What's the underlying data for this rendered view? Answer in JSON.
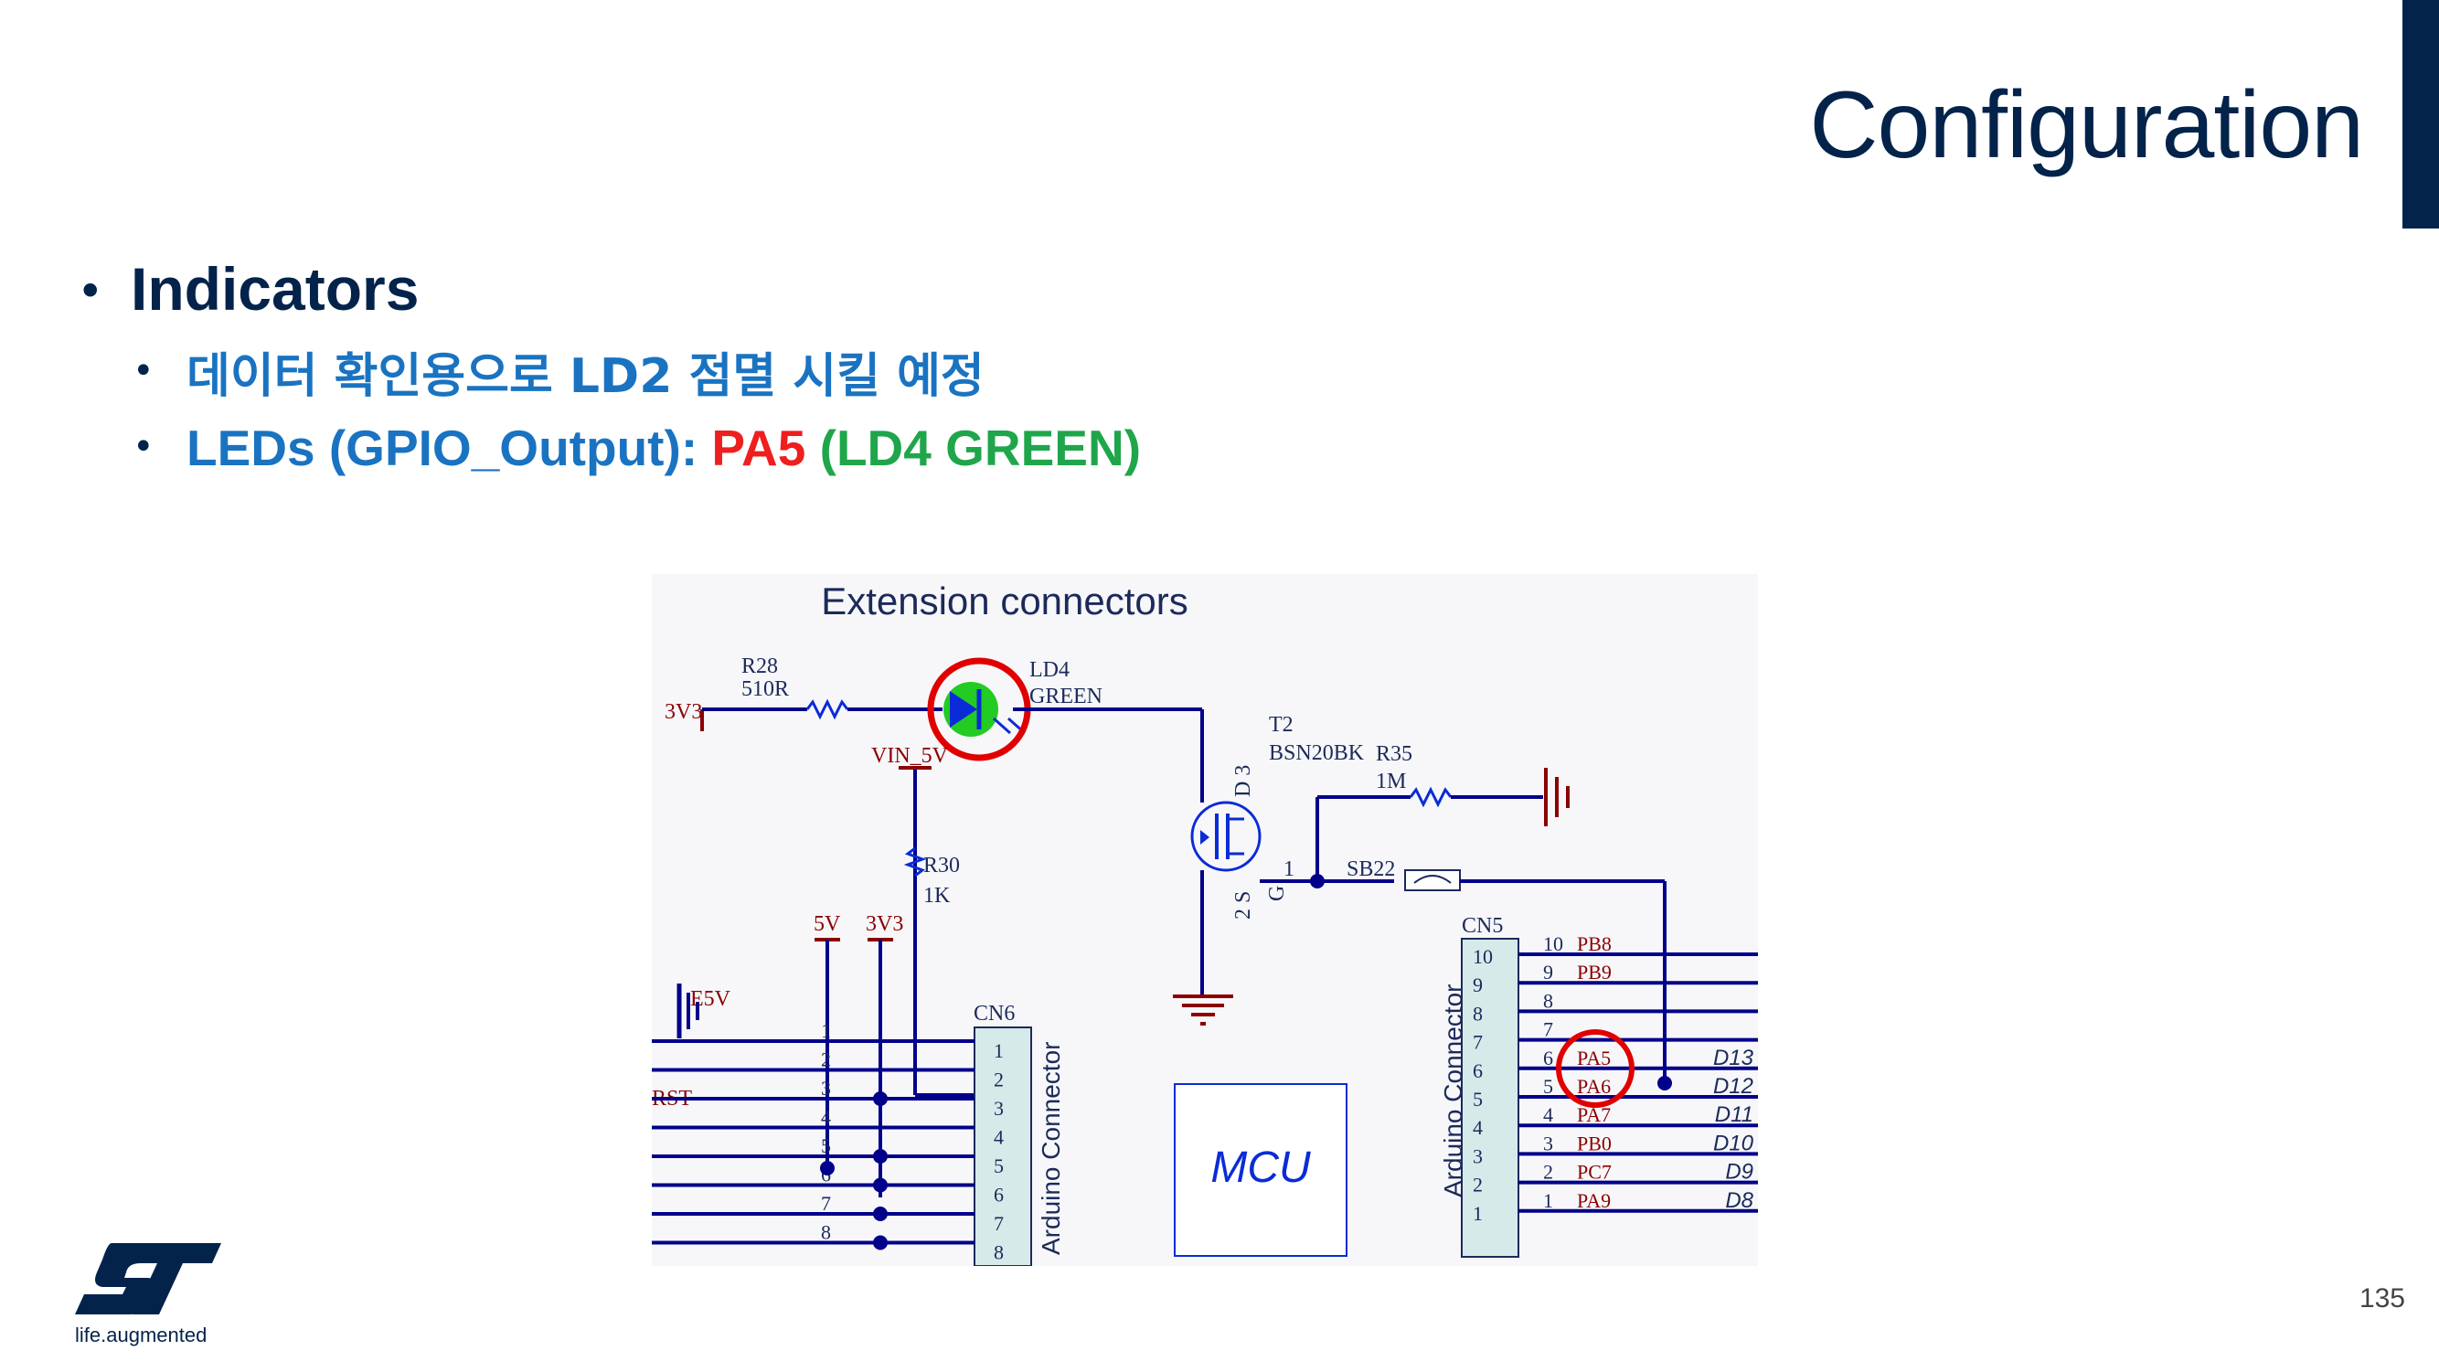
{
  "slide": {
    "title": "Configuration",
    "page_number": "135",
    "bullets": {
      "level1": "Indicators",
      "sub1": "데이터 확인용으로 LD2 점멸 시킬 예정",
      "sub2_prefix": "LEDs (GPIO_Output): ",
      "sub2_pin": "PA5",
      "sub2_suffix": " (LD4 GREEN)"
    },
    "bullet_glyph": "•"
  },
  "logo": {
    "brand_icon": "st-logo-icon",
    "tagline": "life.augmented"
  },
  "schematic": {
    "title": "Extension connectors",
    "r28": {
      "ref": "R28",
      "value": "510R"
    },
    "net_3v3": "3V3",
    "ld4": {
      "ref": "LD4",
      "value": "GREEN"
    },
    "vin": "VIN_5V",
    "t2": {
      "ref": "T2",
      "value": "BSN20BK",
      "pin_d": "D 3",
      "pin_s": "2 S",
      "pin_g": "G",
      "pin_1": "1"
    },
    "r35": {
      "ref": "R35",
      "value": "1M"
    },
    "r30": {
      "ref": "R30",
      "value": "1K"
    },
    "sb22": "SB22",
    "net_5v": "5V",
    "net_3v3b": "3V3",
    "e5v": "E5V",
    "rst": "RST",
    "cn6": {
      "ref": "CN6",
      "label": "Arduino Connector",
      "pins": [
        "1",
        "2",
        "3",
        "4",
        "5",
        "6",
        "7",
        "8"
      ]
    },
    "cn5": {
      "ref": "CN5",
      "label": "Arduino Connector",
      "pins": [
        "10",
        "9",
        "8",
        "7",
        "6",
        "5",
        "4",
        "3",
        "2",
        "1"
      ],
      "ext_pins": [
        "10",
        "9",
        "8",
        "7",
        "6",
        "5",
        "4",
        "3",
        "2",
        "1"
      ],
      "nets": [
        "PB8",
        "PB9",
        "",
        "",
        "PA5",
        "PA6",
        "PA7",
        "PB0",
        "PC7",
        "PA9"
      ],
      "arduino": [
        "",
        "",
        "",
        "",
        "D13",
        "D12",
        "D11",
        "D10",
        "D9",
        "D8"
      ]
    },
    "mcu": "MCU"
  },
  "colors": {
    "navy": "#03234b",
    "accent_blue": "#1a73c1",
    "red": "#ee1f1f",
    "green": "#1fa64a",
    "wire": "#00008b",
    "part": "#8b0000"
  }
}
